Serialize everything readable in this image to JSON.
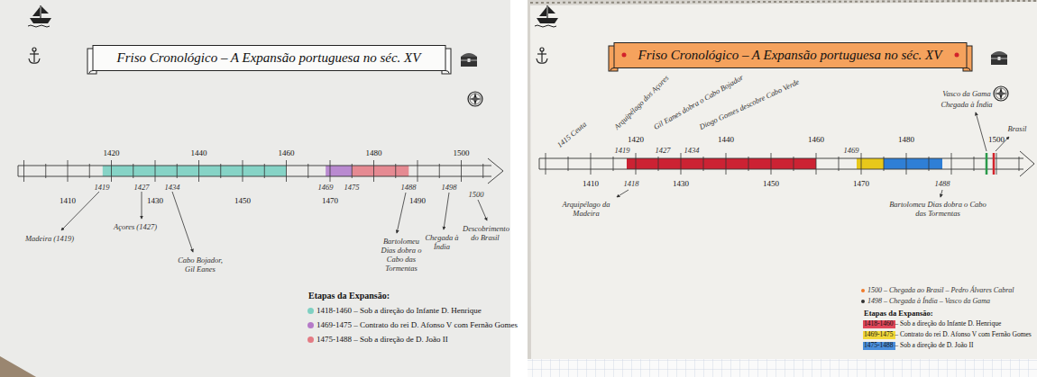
{
  "diagram": {
    "nodes": [
      {
        "text": [
          "Friso Cronológico – A Expansão portuguesa no séc. XV"
        ]
      },
      {
        "text": [
          "Friso Cronológico – A Expansão portuguesa no séc. XV"
        ]
      }
    ],
    "labels": [
      "1420",
      "1440",
      "1460",
      "1480",
      "1500",
      "1410",
      "1430",
      "1450",
      "1470",
      "1490",
      "1419",
      "1427",
      "1434",
      "1469",
      "1475",
      "1488",
      "1498",
      "1500",
      "Madeira (1419)",
      "Açores (1427)",
      "Cabo Bojador, Gil Eanes",
      "Bartolomeu Dias dobra o Cabo das Tormentas",
      "Chegada à Índia",
      "Descobrimento do Brasil",
      "Etapas da Expansão:",
      "1420",
      "1440",
      "1460",
      "1480",
      "1500",
      "1410",
      "1430",
      "1450",
      "1470",
      "1415 Ceuta",
      "Arquipélago dos Açores",
      "Gil Eanes dobra o Cabo Bojador",
      "Diogo Gomes descobre Cabo Verde",
      "1419",
      "1427",
      "1434",
      "1469",
      "Vasco da Gama",
      "Chegada à Índia",
      "Brasil",
      "1418",
      "Arquipélago da Madeira",
      "1488",
      "Bartolomeu Dias dobra o Cabo das Tormentas",
      "1500 – Chegada ao Brasil – Pedro Álvares Cabral",
      "1498 – Chegada à Índia – Vasco da Gama",
      "Etapas da Expansão:"
    ],
    "legend": [
      {
        "text": "1418-1460 – Sob a direção do Infante D. Henrique",
        "color": "#7fd0c2"
      },
      {
        "text": "1469-1475 – Contrato do rei D. Afonso V com Fernão Gomes",
        "color": "#b57ac8"
      },
      {
        "text": "1475-1488 – Sob a direção de D. João II",
        "color": "#e37b84"
      },
      {
        "text": "1418-1460 – Sob a direção do Infante D. Henrique",
        "color": "#e0475a"
      },
      {
        "text": "1469-1475 – Contrato do rei D. Afonso V com Fernão Gomes",
        "color": "#f2d83a"
      },
      {
        "text": "1475-1488 – Sob a direção de D. João II",
        "color": "#4b8fdc"
      }
    ]
  }
}
